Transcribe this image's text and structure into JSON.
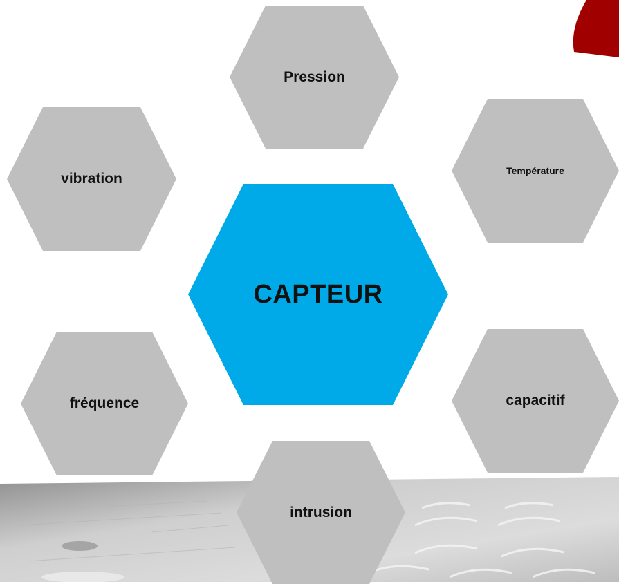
{
  "diagram": {
    "center": {
      "label": "CAPTEUR",
      "color": "#00AAE8"
    },
    "satellite_color": "#BFBFBF",
    "satellites": [
      {
        "id": "pression",
        "label": "Pression"
      },
      {
        "id": "temperature",
        "label": "Température"
      },
      {
        "id": "capacitif",
        "label": "capacitif"
      },
      {
        "id": "intrusion",
        "label": "intrusion"
      },
      {
        "id": "frequence",
        "label": "fréquence"
      },
      {
        "id": "vibration",
        "label": "vibration"
      }
    ]
  },
  "decor": {
    "corner_shape_color": "#A00000",
    "background_photo_tone": "#C9C9C9"
  }
}
